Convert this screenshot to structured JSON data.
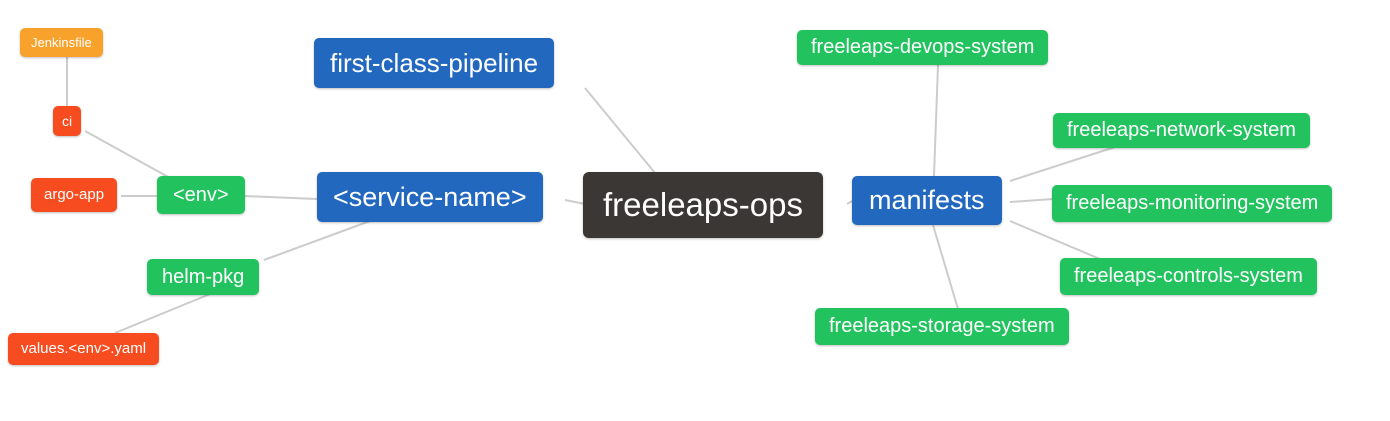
{
  "diagram": {
    "type": "mindmap",
    "root": "freeleaps-ops",
    "colors": {
      "blue": "#2268bf",
      "green": "#22c35f",
      "red": "#f74c1f",
      "orange": "#f9a22b",
      "dark": "#3b3734",
      "edge": "#cccccc",
      "node_text": "#ffffff",
      "background": "#ffffff"
    },
    "nodes": [
      {
        "id": "jenkinsfile",
        "label": "Jenkinsfile",
        "color": "orange"
      },
      {
        "id": "ci",
        "label": "ci",
        "color": "red"
      },
      {
        "id": "argo-app",
        "label": "argo-app",
        "color": "red"
      },
      {
        "id": "env",
        "label": "<env>",
        "color": "green"
      },
      {
        "id": "helm-pkg",
        "label": "helm-pkg",
        "color": "green"
      },
      {
        "id": "values-env-yaml",
        "label": "values.<env>.yaml",
        "color": "red"
      },
      {
        "id": "first-class-pipeline",
        "label": "first-class-pipeline",
        "color": "blue"
      },
      {
        "id": "service-name",
        "label": "<service-name>",
        "color": "blue"
      },
      {
        "id": "freeleaps-ops",
        "label": "freeleaps-ops",
        "color": "dark"
      },
      {
        "id": "manifests",
        "label": "manifests",
        "color": "blue"
      },
      {
        "id": "freeleaps-devops-system",
        "label": "freeleaps-devops-system",
        "color": "green"
      },
      {
        "id": "freeleaps-network-system",
        "label": "freeleaps-network-system",
        "color": "green"
      },
      {
        "id": "freeleaps-monitoring-system",
        "label": "freeleaps-monitoring-system",
        "color": "green"
      },
      {
        "id": "freeleaps-controls-system",
        "label": "freeleaps-controls-system",
        "color": "green"
      },
      {
        "id": "freeleaps-storage-system",
        "label": "freeleaps-storage-system",
        "color": "green"
      }
    ],
    "edges": [
      {
        "from": "jenkinsfile",
        "to": "ci"
      },
      {
        "from": "ci",
        "to": "env"
      },
      {
        "from": "argo-app",
        "to": "env"
      },
      {
        "from": "env",
        "to": "service-name"
      },
      {
        "from": "helm-pkg",
        "to": "service-name"
      },
      {
        "from": "values-env-yaml",
        "to": "helm-pkg"
      },
      {
        "from": "first-class-pipeline",
        "to": "freeleaps-ops"
      },
      {
        "from": "service-name",
        "to": "freeleaps-ops"
      },
      {
        "from": "freeleaps-ops",
        "to": "manifests"
      },
      {
        "from": "manifests",
        "to": "freeleaps-devops-system"
      },
      {
        "from": "manifests",
        "to": "freeleaps-network-system"
      },
      {
        "from": "manifests",
        "to": "freeleaps-monitoring-system"
      },
      {
        "from": "manifests",
        "to": "freeleaps-controls-system"
      },
      {
        "from": "manifests",
        "to": "freeleaps-storage-system"
      }
    ]
  }
}
